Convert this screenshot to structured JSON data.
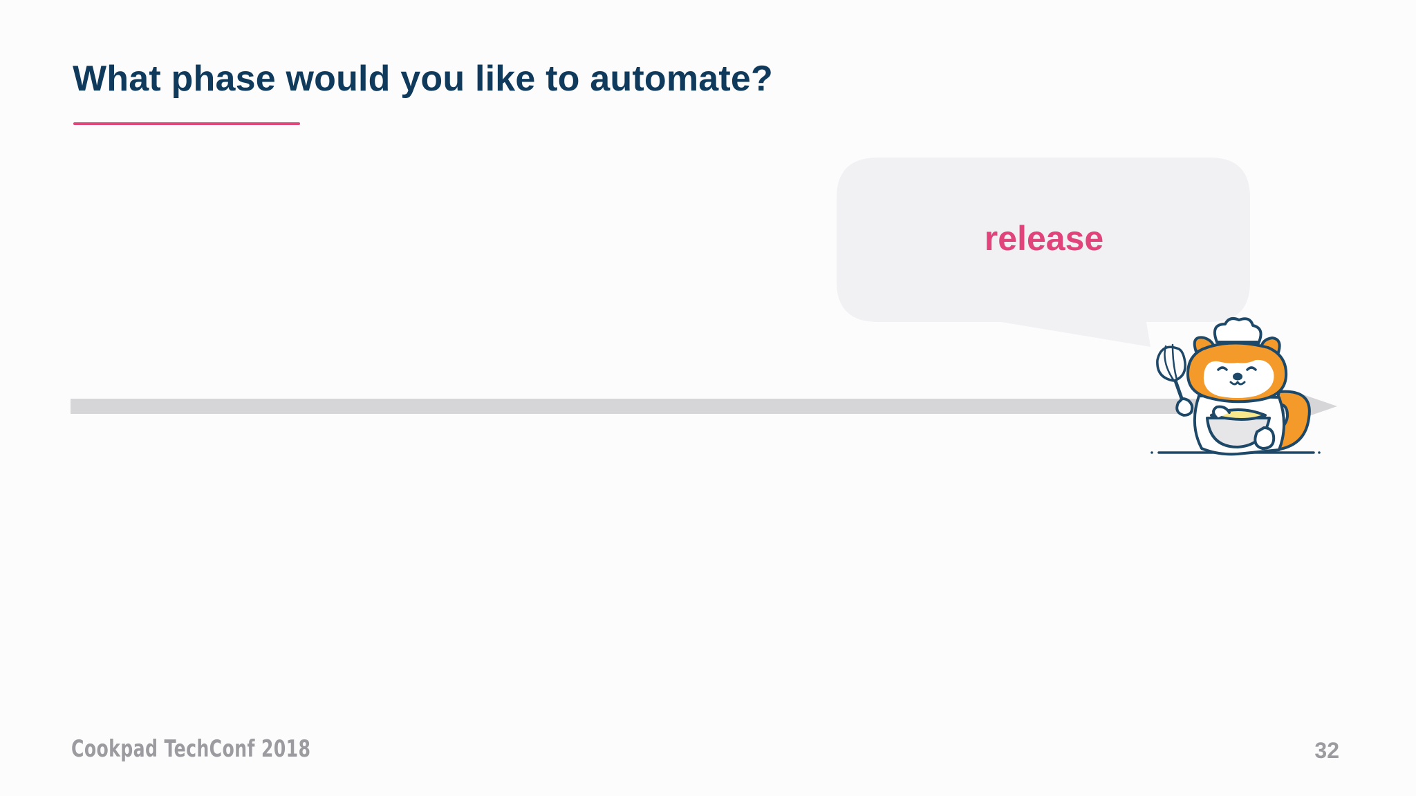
{
  "slide": {
    "title": "What phase would you like to automate?",
    "speech_bubble_text": "release",
    "footer_label": "Cookpad TechConf 2018",
    "page_number": "32"
  },
  "icons": {
    "mascot": "chef-mascot-icon",
    "timeline": "timeline-arrow-icon"
  },
  "colors": {
    "title": "#0f3a5c",
    "accent": "#e0477a",
    "bubble_background": "#f1f0f3",
    "timeline": "#d6d5d8",
    "mascot_orange": "#f39a2b",
    "mascot_outline": "#1e4868",
    "footer_text": "#9b9ba0"
  }
}
